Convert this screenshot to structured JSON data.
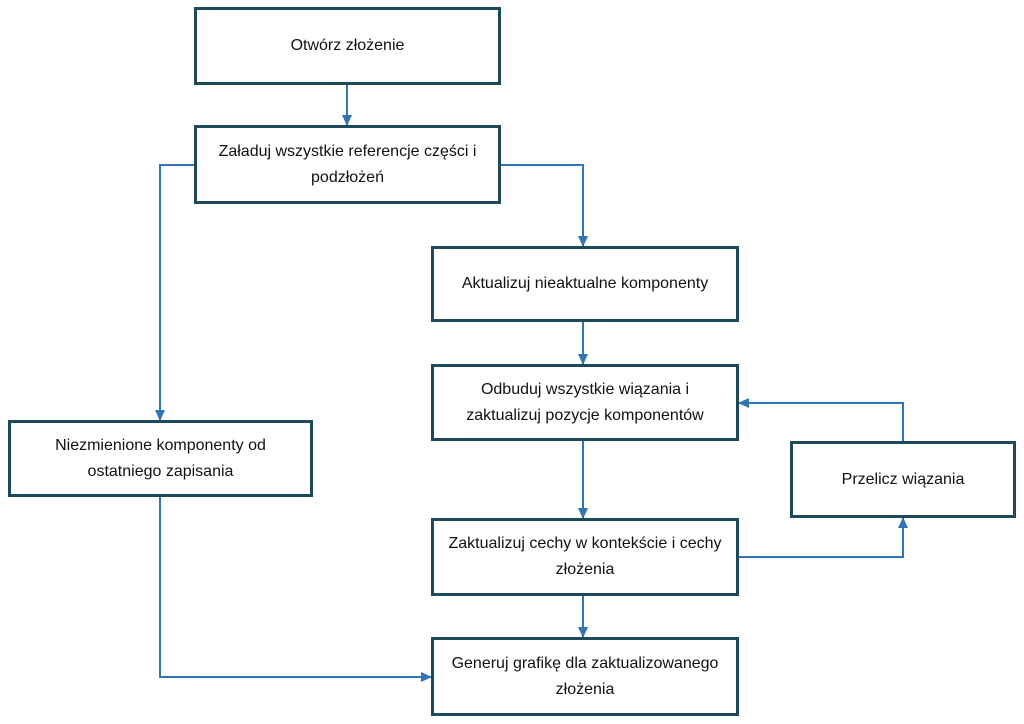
{
  "colors": {
    "box_border": "#1d4a5a",
    "arrow": "#2e75b6",
    "text": "#111111",
    "background": "#ffffff"
  },
  "nodes": {
    "open": "Otwórz złożenie",
    "load": "Załaduj wszystkie referencje części i podzłożeń",
    "update_outdated": "Aktualizuj nieaktualne komponenty",
    "rebuild": "Odbuduj wszystkie wiązania i zaktualizuj pozycje komponentów",
    "unchanged": "Niezmienione komponenty od ostatniego zapisania",
    "recalc": "Przelicz wiązania",
    "update_features": "Zaktualizuj cechy w kontekście i cechy złożenia",
    "generate": "Generuj grafikę dla zaktualizowanego złożenia"
  },
  "edges": [
    {
      "from": "open",
      "to": "load"
    },
    {
      "from": "load",
      "to": "update_outdated"
    },
    {
      "from": "load",
      "to": "unchanged"
    },
    {
      "from": "update_outdated",
      "to": "rebuild"
    },
    {
      "from": "rebuild",
      "to": "update_features"
    },
    {
      "from": "update_features",
      "to": "recalc"
    },
    {
      "from": "recalc",
      "to": "rebuild"
    },
    {
      "from": "update_features",
      "to": "generate"
    },
    {
      "from": "unchanged",
      "to": "generate"
    }
  ]
}
